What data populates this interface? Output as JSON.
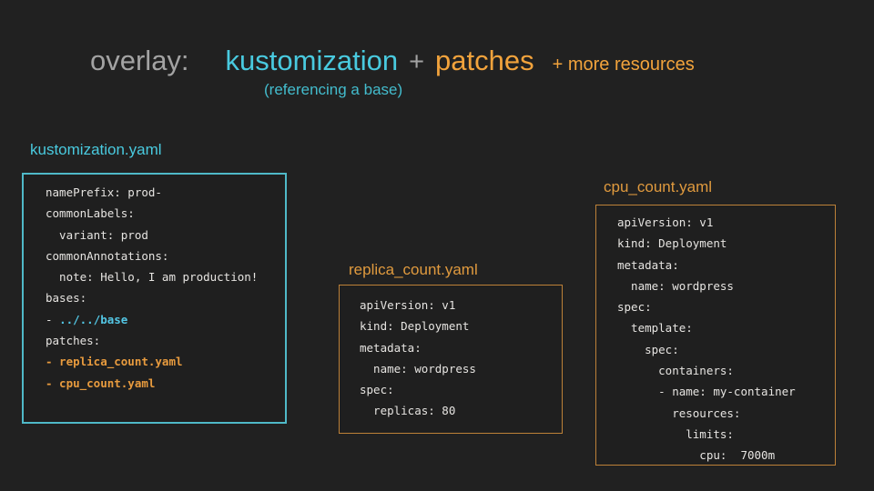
{
  "title": {
    "overlay": "overlay:",
    "kustomization": "kustomization",
    "plus": "+",
    "patches": "patches",
    "more_resources": "+ more resources",
    "subtitle": "(referencing a base)"
  },
  "colors": {
    "bg": "#212121",
    "box_bg": "#1F1F1F",
    "gray": "#A3A3A3",
    "cyan": "#49CADF",
    "cyan_dim": "#43BCCD",
    "orange": "#F2A33C",
    "label_orange": "#E09A3E",
    "border_cyan": "#4FB9C8",
    "border_orange": "#BD8138",
    "code_text": "#E6E4E1",
    "code_cyan": "#53C6E4",
    "code_orange": "#E89B3E"
  },
  "files": [
    {
      "name": "kustomization.yaml",
      "accent": "cyan",
      "lines": [
        [
          {
            "t": "namePrefix: prod-",
            "c": "d"
          }
        ],
        [
          {
            "t": "commonLabels:",
            "c": "d"
          }
        ],
        [
          {
            "t": "  variant: prod",
            "c": "d"
          }
        ],
        [
          {
            "t": "commonAnnotations:",
            "c": "d"
          }
        ],
        [
          {
            "t": "  note: Hello, I am production!",
            "c": "d"
          }
        ],
        [
          {
            "t": "bases:",
            "c": "d"
          }
        ],
        [
          {
            "t": "- ",
            "c": "d"
          },
          {
            "t": "../../base",
            "c": "cy"
          }
        ],
        [
          {
            "t": "patches:",
            "c": "d"
          }
        ],
        [
          {
            "t": "- replica_count.yaml",
            "c": "or"
          }
        ],
        [
          {
            "t": "- cpu_count.yaml",
            "c": "or"
          }
        ]
      ]
    },
    {
      "name": "replica_count.yaml",
      "accent": "orange",
      "lines": [
        [
          {
            "t": "apiVersion: v1",
            "c": "d"
          }
        ],
        [
          {
            "t": "kind: Deployment",
            "c": "d"
          }
        ],
        [
          {
            "t": "metadata:",
            "c": "d"
          }
        ],
        [
          {
            "t": "  name: wordpress",
            "c": "d"
          }
        ],
        [
          {
            "t": "spec:",
            "c": "d"
          }
        ],
        [
          {
            "t": "  replicas: 80",
            "c": "d"
          }
        ]
      ]
    },
    {
      "name": "cpu_count.yaml",
      "accent": "orange",
      "lines": [
        [
          {
            "t": "apiVersion: v1",
            "c": "d"
          }
        ],
        [
          {
            "t": "kind: Deployment",
            "c": "d"
          }
        ],
        [
          {
            "t": "metadata:",
            "c": "d"
          }
        ],
        [
          {
            "t": "  name: wordpress",
            "c": "d"
          }
        ],
        [
          {
            "t": "spec:",
            "c": "d"
          }
        ],
        [
          {
            "t": "  template:",
            "c": "d"
          }
        ],
        [
          {
            "t": "    spec:",
            "c": "d"
          }
        ],
        [
          {
            "t": "      containers:",
            "c": "d"
          }
        ],
        [
          {
            "t": "      - name: my-container",
            "c": "d"
          }
        ],
        [
          {
            "t": "        resources:",
            "c": "d"
          }
        ],
        [
          {
            "t": "          limits:",
            "c": "d"
          }
        ],
        [
          {
            "t": "            cpu:  7000m",
            "c": "d"
          }
        ]
      ]
    }
  ]
}
